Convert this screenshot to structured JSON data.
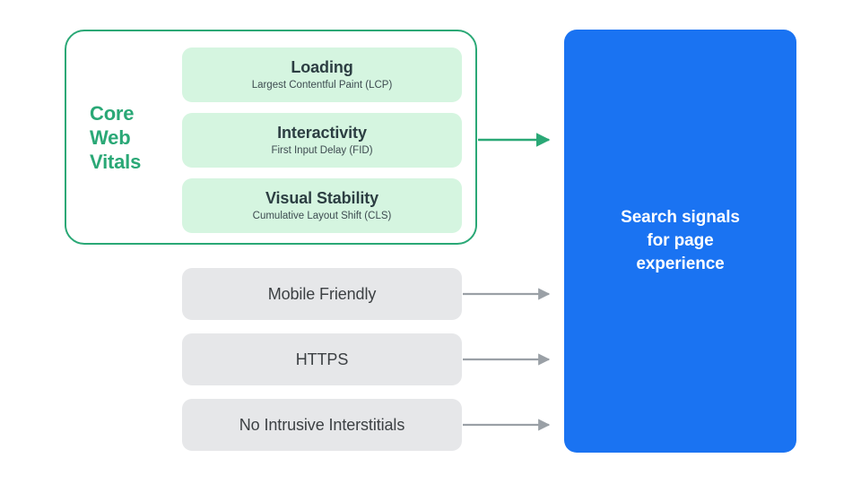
{
  "diagram": {
    "title": "Search signals for page experience",
    "colors": {
      "green_accent": "#2aa876",
      "green_card": "#d5f5e0",
      "gray_card": "#e6e7e9",
      "blue_panel": "#1a73f2",
      "arrow_gray": "#9aa0a6",
      "text_dark": "#3c4043",
      "text_white": "#ffffff"
    },
    "core_web_vitals": {
      "group_label_lines": [
        "Core",
        "Web",
        "Vitals"
      ],
      "group_label": "Core Web Vitals",
      "metrics": [
        {
          "title": "Loading",
          "subtitle": "Largest Contentful Paint (LCP)",
          "abbr": "LCP"
        },
        {
          "title": "Interactivity",
          "subtitle": "First Input Delay (FID)",
          "abbr": "FID"
        },
        {
          "title": "Visual Stability",
          "subtitle": "Cumulative Layout Shift (CLS)",
          "abbr": "CLS"
        }
      ]
    },
    "other_signals": [
      {
        "label": "Mobile Friendly"
      },
      {
        "label": "HTTPS"
      },
      {
        "label": "No Intrusive Interstitials"
      }
    ],
    "destination": {
      "label": "Search signals\nfor page\nexperience"
    },
    "arrows": [
      {
        "name": "core-web-vitals-arrow",
        "color": "#2aa876",
        "from": "core-web-vitals-group",
        "to": "search-signals-panel"
      },
      {
        "name": "mobile-friendly-arrow",
        "color": "#9aa0a6",
        "from": "mobile-friendly-box",
        "to": "search-signals-panel"
      },
      {
        "name": "https-arrow",
        "color": "#9aa0a6",
        "from": "https-box",
        "to": "search-signals-panel"
      },
      {
        "name": "no-intrusive-interstitials-arrow",
        "color": "#9aa0a6",
        "from": "no-intrusive-interstitials-box",
        "to": "search-signals-panel"
      }
    ]
  }
}
